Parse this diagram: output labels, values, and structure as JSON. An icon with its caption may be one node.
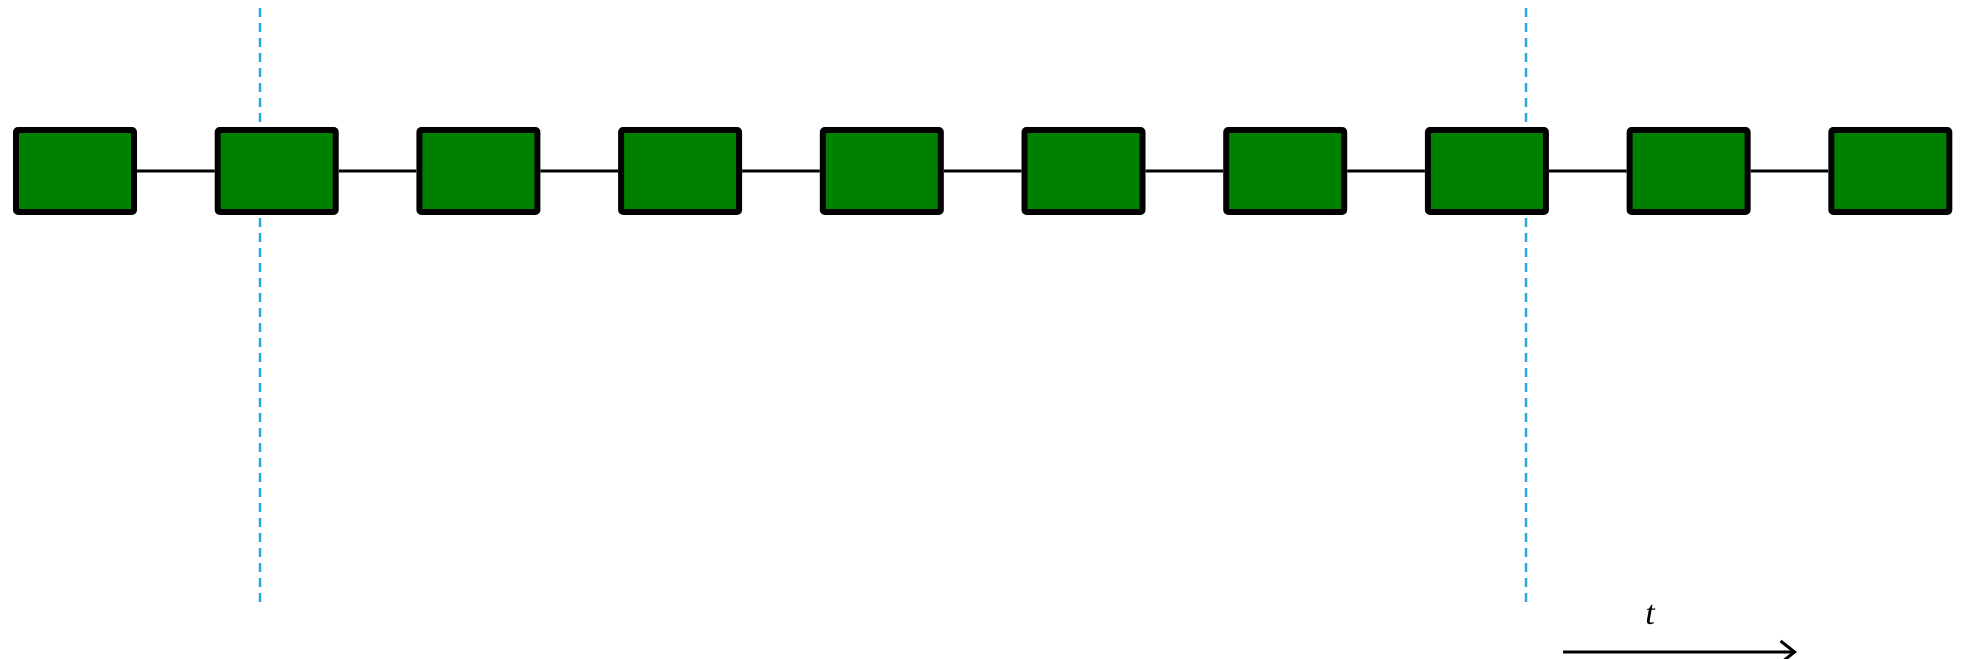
{
  "diagram": {
    "nodes": [
      {
        "text": [],
        "shape": "box"
      },
      {
        "text": [],
        "shape": "box"
      },
      {
        "text": [],
        "shape": "box"
      },
      {
        "text": [],
        "shape": "box"
      },
      {
        "text": [],
        "shape": "box"
      },
      {
        "text": [],
        "shape": "box"
      },
      {
        "text": [],
        "shape": "box"
      },
      {
        "text": [],
        "shape": "box"
      },
      {
        "text": [],
        "shape": "box"
      },
      {
        "text": [],
        "shape": "box"
      }
    ],
    "edges": [
      {
        "from": 0,
        "to": 1,
        "arrow": "none"
      },
      {
        "from": 1,
        "to": 2,
        "arrow": "none"
      },
      {
        "from": 2,
        "to": 3,
        "arrow": "none"
      },
      {
        "from": 3,
        "to": 4,
        "arrow": "none"
      },
      {
        "from": 4,
        "to": 5,
        "arrow": "none"
      },
      {
        "from": 5,
        "to": 6,
        "arrow": "none"
      },
      {
        "from": 6,
        "to": 7,
        "arrow": "none"
      },
      {
        "from": 7,
        "to": 8,
        "arrow": "none"
      },
      {
        "from": 8,
        "to": 9,
        "arrow": "none"
      }
    ],
    "labels": [
      "t"
    ]
  }
}
